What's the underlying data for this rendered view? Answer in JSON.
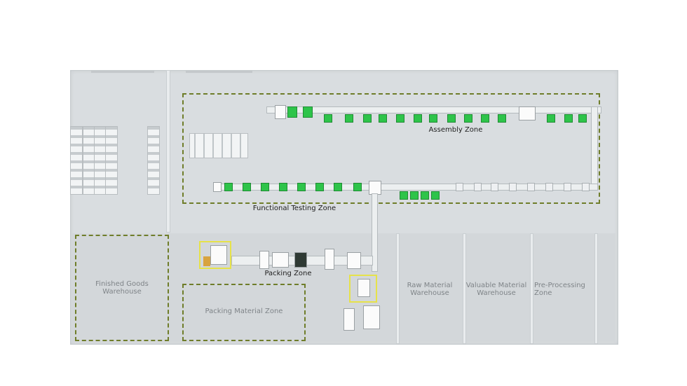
{
  "zones": {
    "assembly": "Assembly Zone",
    "functional_testing": "Functional Testing Zone",
    "packing": "Packing Zone",
    "finished_goods": "Finished Goods\nWarehouse",
    "packing_material": "Packing Material Zone",
    "raw_material": "Raw Material\nWarehouse",
    "valuable_material": "Valuable Material\nWarehouse",
    "pre_processing": "Pre-Processing\nZone"
  },
  "colors": {
    "floor": "#d9dde0",
    "zone_outline": "#6f7d2a",
    "station_green": "#2ec44a",
    "highlight_yellow": "#e6e24a"
  }
}
